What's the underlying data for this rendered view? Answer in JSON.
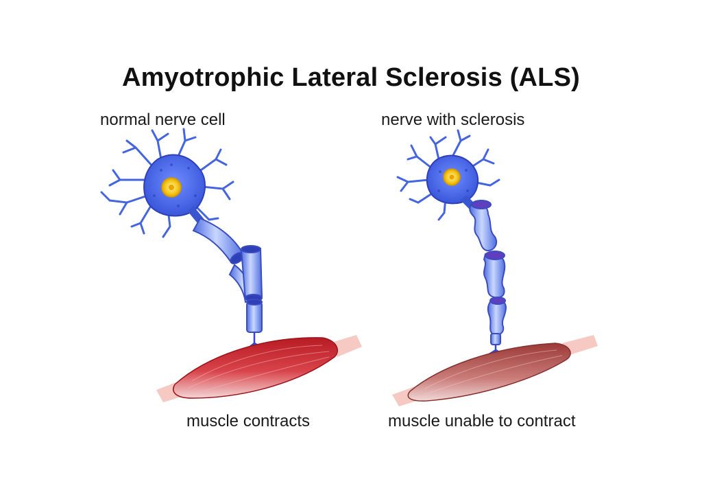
{
  "title": "Amyotrophic Lateral Sclerosis (ALS)",
  "panels": {
    "normal": {
      "nerve_label": "normal nerve cell",
      "muscle_label": "muscle contracts"
    },
    "sclerosis": {
      "nerve_label": "nerve with sclerosis",
      "muscle_label": "muscle unable to contract"
    }
  },
  "colors": {
    "neuron_blue": "#4f6fe8",
    "neuron_dark": "#2f3fb8",
    "nucleus": "#f5c518",
    "muscle_healthy": "#c8232c",
    "muscle_weak": "#a8413f",
    "tendon": "#f7c9c3"
  }
}
